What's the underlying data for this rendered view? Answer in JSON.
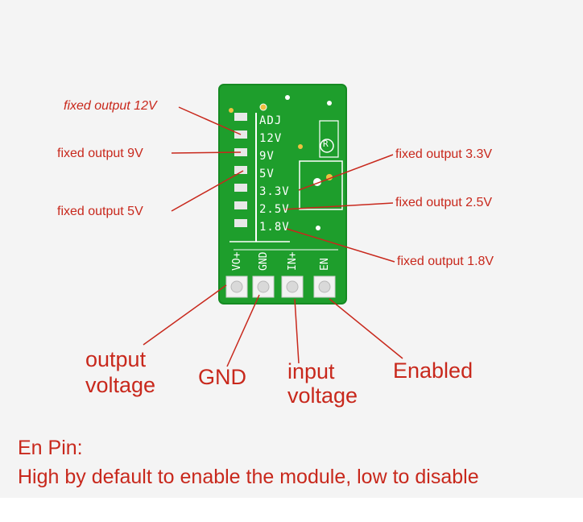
{
  "board": {
    "voltage_labels": [
      "ADJ",
      "12V",
      "9V",
      "5V",
      "3.3V",
      "2.5V",
      "1.8V"
    ],
    "pin_labels": [
      "VO+",
      "GND",
      "IN+",
      "EN"
    ],
    "registered_mark": "R"
  },
  "callouts": {
    "out12": "fixed output 12V",
    "out9": "fixed output 9V",
    "out5": "fixed output 5V",
    "out33": "fixed output 3.3V",
    "out25": "fixed output 2.5V",
    "out18": "fixed output 1.8V",
    "vout_line1": "output",
    "vout_line2": "voltage",
    "gnd": "GND",
    "vin_line1": "input",
    "vin_line2": "voltage",
    "enabled": "Enabled"
  },
  "note": {
    "title": "En Pin:",
    "body": "High by default to enable the module, low to disable"
  },
  "colors": {
    "pcb_green": "#1e9e2c",
    "label_red": "#c8281c",
    "pad_white": "#f2f2f2"
  }
}
